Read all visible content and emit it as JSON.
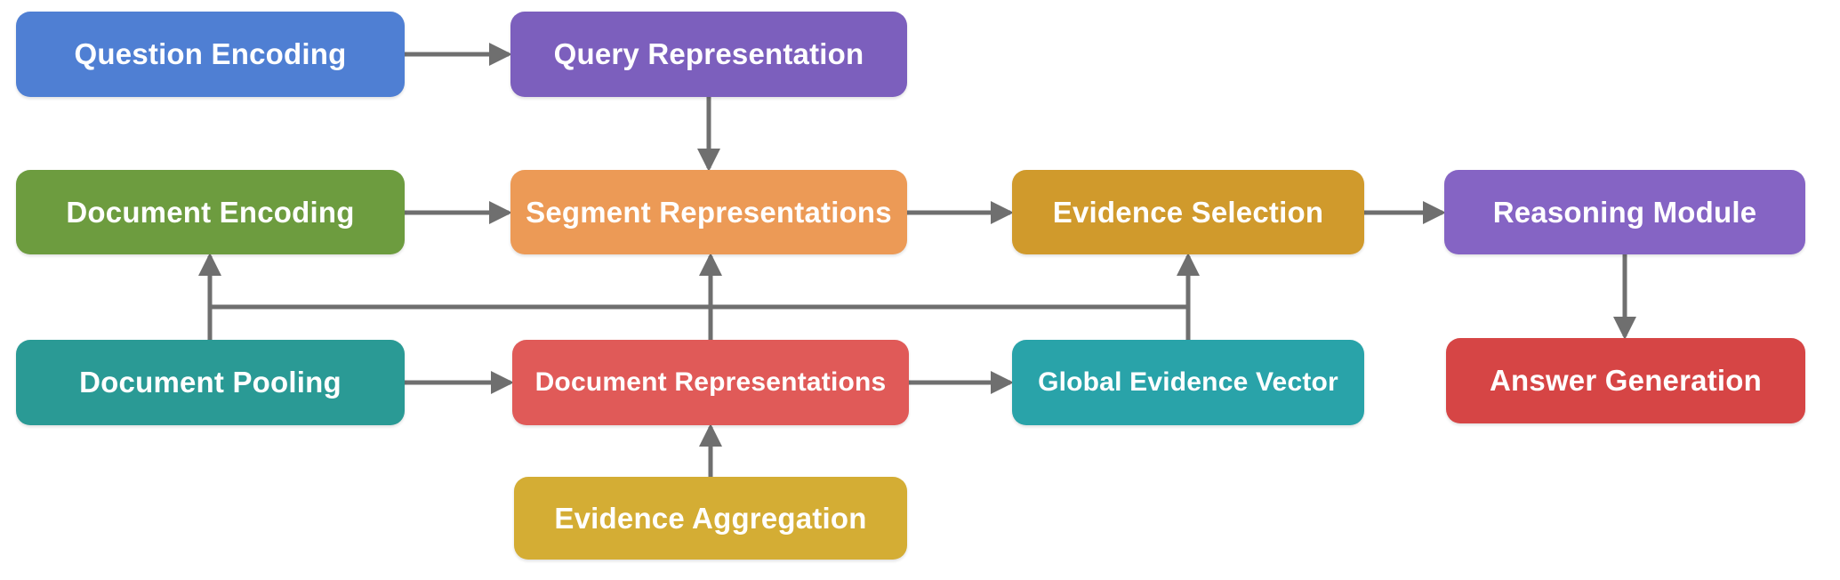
{
  "diagram": {
    "nodes": {
      "question_encoding": {
        "label": "Question Encoding",
        "color": "#4f7fd3"
      },
      "query_representation": {
        "label": "Query Representation",
        "color": "#7c5fbd"
      },
      "document_encoding": {
        "label": "Document Encoding",
        "color": "#6d9c3f"
      },
      "segment_representations": {
        "label": "Segment Representations",
        "color": "#ec9a56"
      },
      "evidence_selection": {
        "label": "Evidence Selection",
        "color": "#d09a2c"
      },
      "reasoning_module": {
        "label": "Reasoning Module",
        "color": "#8564c4"
      },
      "document_pooling": {
        "label": "Document Pooling",
        "color": "#2a9a95"
      },
      "document_representations": {
        "label": "Document Representations",
        "color": "#e05a58"
      },
      "global_evidence_vector": {
        "label": "Global Evidence Vector",
        "color": "#29a3a9"
      },
      "answer_generation": {
        "label": "Answer Generation",
        "color": "#d64545"
      },
      "evidence_aggregation": {
        "label": "Evidence Aggregation",
        "color": "#d4ad34"
      }
    },
    "edges": [
      {
        "from": "question_encoding",
        "to": "query_representation"
      },
      {
        "from": "query_representation",
        "to": "segment_representations"
      },
      {
        "from": "document_encoding",
        "to": "segment_representations"
      },
      {
        "from": "segment_representations",
        "to": "evidence_selection"
      },
      {
        "from": "evidence_selection",
        "to": "reasoning_module"
      },
      {
        "from": "reasoning_module",
        "to": "answer_generation"
      },
      {
        "from": "document_pooling",
        "to": "document_representations"
      },
      {
        "from": "document_representations",
        "to": "global_evidence_vector"
      },
      {
        "from": "evidence_aggregation",
        "to": "document_representations"
      },
      {
        "from": "document_representations",
        "to": "segment_representations"
      },
      {
        "from": "global_evidence_vector",
        "to": "evidence_selection"
      },
      {
        "from": "document_pooling",
        "to": "document_encoding"
      }
    ],
    "arrow_color": "#6f6f6f"
  }
}
